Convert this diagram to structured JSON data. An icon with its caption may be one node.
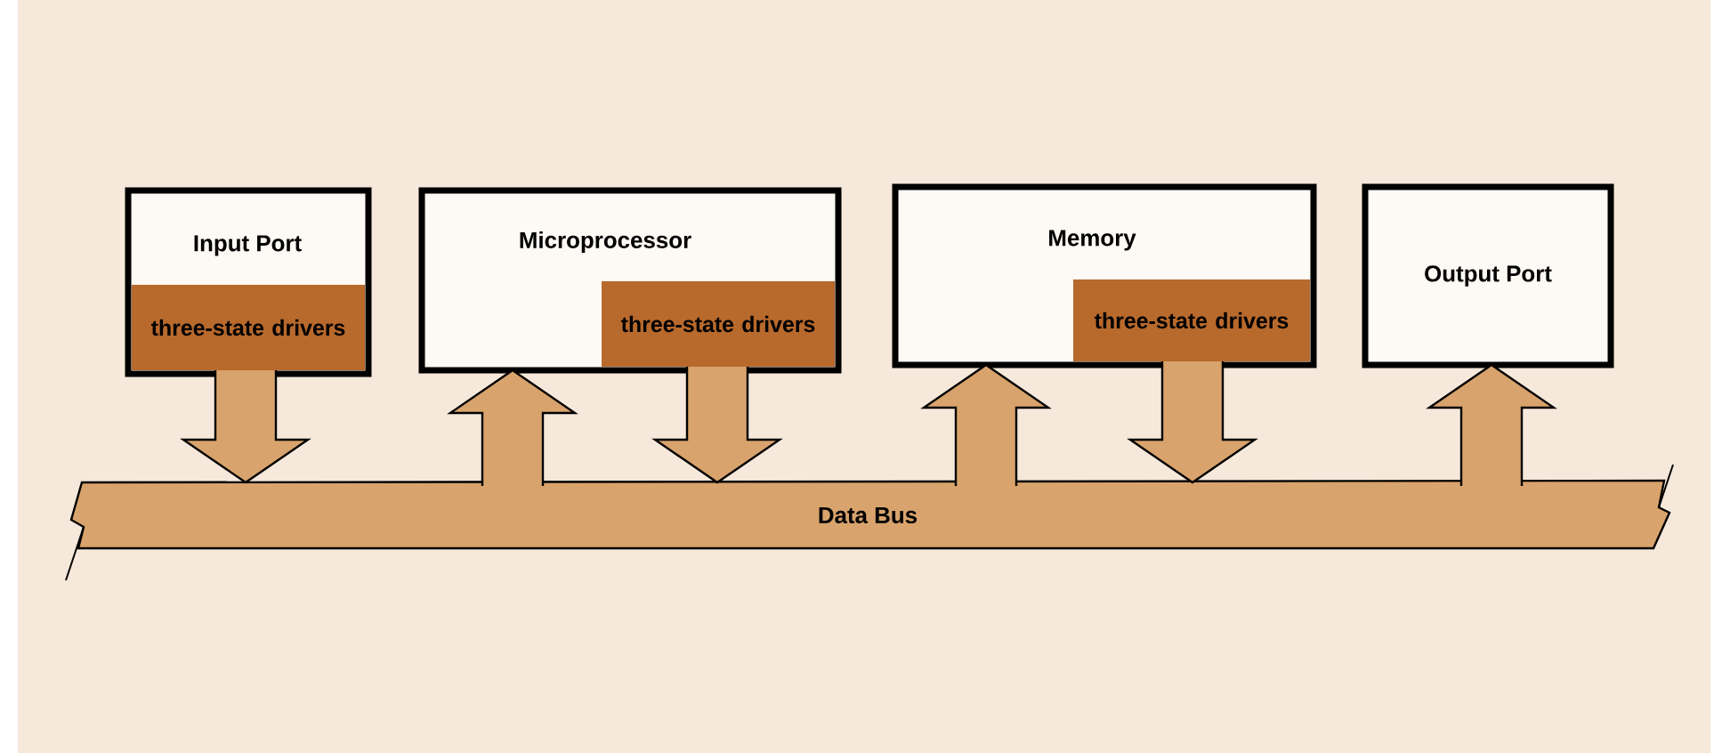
{
  "diagram": {
    "nodes": [
      {
        "text": [
          "Input Port"
        ]
      },
      {
        "text": [
          "three-state drivers"
        ],
        "in": 0
      },
      {
        "text": [
          "Microprocessor"
        ]
      },
      {
        "text": [
          "three-state drivers"
        ],
        "in": 2
      },
      {
        "text": [
          "Memory"
        ]
      },
      {
        "text": [
          "three-state drivers"
        ],
        "in": 4
      },
      {
        "text": [
          "Output Port"
        ]
      },
      {
        "text": [
          "Data Bus"
        ]
      }
    ],
    "edges": [
      {
        "from": 1,
        "to": 7,
        "arrow": "to"
      },
      {
        "from": 7,
        "to": 2,
        "arrow": "to"
      },
      {
        "from": 3,
        "to": 7,
        "arrow": "to"
      },
      {
        "from": 7,
        "to": 4,
        "arrow": "to"
      },
      {
        "from": 5,
        "to": 7,
        "arrow": "to"
      },
      {
        "from": 7,
        "to": 6,
        "arrow": "to"
      }
    ]
  }
}
